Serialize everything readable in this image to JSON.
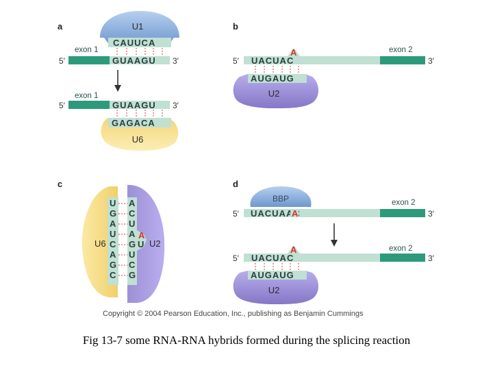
{
  "panels": {
    "a": {
      "label": "a",
      "u1": {
        "name": "U1",
        "seq": "CAUUCA"
      },
      "top_exon": {
        "label": "exon 1",
        "five": "5′",
        "three": "3′",
        "seq": "GUAAGU"
      },
      "bottom_exon": {
        "label": "exon 1",
        "five": "5′",
        "three": "3′",
        "seq": "GUAAGU"
      },
      "u6": {
        "name": "U6",
        "seq": "GAGACA"
      }
    },
    "b": {
      "label": "b",
      "five": "5′",
      "three": "3′",
      "exon_label": "exon 2",
      "branch_a": "A",
      "seq": "UACUAC",
      "u2": {
        "name": "U2",
        "seq": "AUGAUG"
      }
    },
    "c": {
      "label": "c",
      "u6": {
        "name": "U6",
        "seq": [
          "U",
          "G",
          "A",
          "U",
          "C",
          "A",
          "G",
          "C"
        ]
      },
      "u2": {
        "name": "U2",
        "seq": [
          "A",
          "C",
          "U",
          "A",
          "G",
          "U",
          "C",
          "G"
        ],
        "u_after_g": "U"
      },
      "branch_a": "A"
    },
    "d": {
      "label": "d",
      "bbp": {
        "name": "BBP"
      },
      "top": {
        "five": "5′",
        "three": "3′",
        "exon_label": "exon 2",
        "seq": "UACUAAC"
      },
      "bottom": {
        "five": "5′",
        "three": "3′",
        "exon_label": "exon 2",
        "branch_a": "A",
        "seq": "UACUAC"
      },
      "u2": {
        "name": "U2",
        "seq": "AUGAUG"
      }
    }
  },
  "copyright": "Copyright © 2004 Pearson Education, Inc., publishing as Benjamin Cummings",
  "caption": "Fig 13-7 some RNA-RNA hybrids formed during the splicing reaction",
  "colors": {
    "rna_light": "#bfe0d3",
    "exon_dark": "#2e9a7c",
    "u1_blue": "#7fa8d6",
    "u6_yellow": "#f7dd8a",
    "u2_purple": "#9c8fd0",
    "branch_red": "#d9322a",
    "pair_red": "#e06666"
  }
}
